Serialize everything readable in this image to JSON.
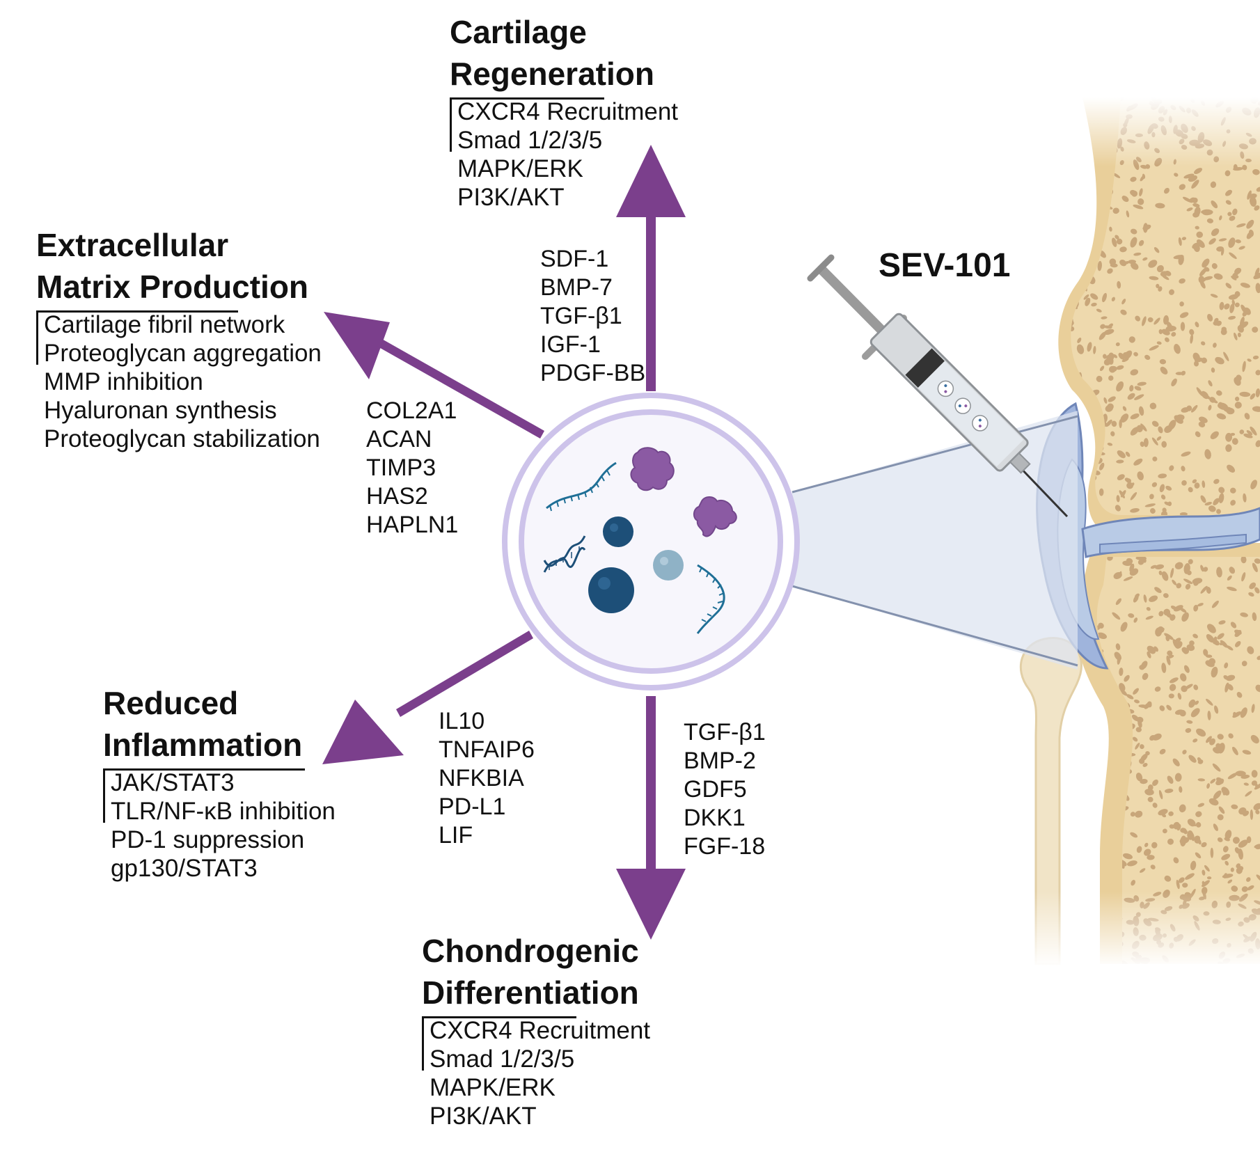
{
  "product_label": "SEV-101",
  "outcomes": {
    "cartilage_regeneration": {
      "title_lines": [
        "Cartilage",
        "Regeneration"
      ],
      "pathways": [
        "CXCR4 Recruitment",
        "Smad 1/2/3/5",
        "MAPK/ERK",
        "PI3K/AKT"
      ],
      "molecules": [
        "SDF-1",
        "BMP-7",
        "TGF-β1",
        "IGF-1",
        "PDGF-BB"
      ]
    },
    "ecm_production": {
      "title_lines": [
        "Extracellular",
        "Matrix Production"
      ],
      "pathways": [
        "Cartilage fibril network",
        "Proteoglycan aggregation",
        "MMP inhibition",
        "Hyaluronan synthesis",
        "Proteoglycan stabilization"
      ],
      "molecules": [
        "COL2A1",
        "ACAN",
        "TIMP3",
        "HAS2",
        "HAPLN1"
      ]
    },
    "reduced_inflammation": {
      "title_lines": [
        "Reduced",
        "Inflammation"
      ],
      "pathways": [
        "JAK/STAT3",
        "TLR/NF-κB inhibition",
        "PD-1 suppression",
        "gp130/STAT3"
      ],
      "molecules": [
        "IL10",
        "TNFAIP6",
        "NFKBIA",
        "PD-L1",
        "LIF"
      ]
    },
    "chondrogenic_differentiation": {
      "title_lines": [
        "Chondrogenic",
        "Differentiation"
      ],
      "pathways": [
        "CXCR4 Recruitment",
        "Smad 1/2/3/5",
        "MAPK/ERK",
        "PI3K/AKT"
      ],
      "molecules": [
        "TGF-β1",
        "BMP-2",
        "GDF5",
        "DKK1",
        "FGF-18"
      ]
    }
  },
  "colors": {
    "arrow": "#7b3f8c",
    "vesicle_ring": "#cdc3ea",
    "vesicle_fill": "#f7f6fc",
    "sphere_dark": "#1d4f78",
    "sphere_light": "#8fb2c6",
    "protein": "#8b5aa3",
    "rna": "#1f6f96",
    "bone": "#eed9ad",
    "bone_pore": "#c8a67a",
    "cartilage": "#b9cbe6",
    "projection": "#dde4f0"
  }
}
